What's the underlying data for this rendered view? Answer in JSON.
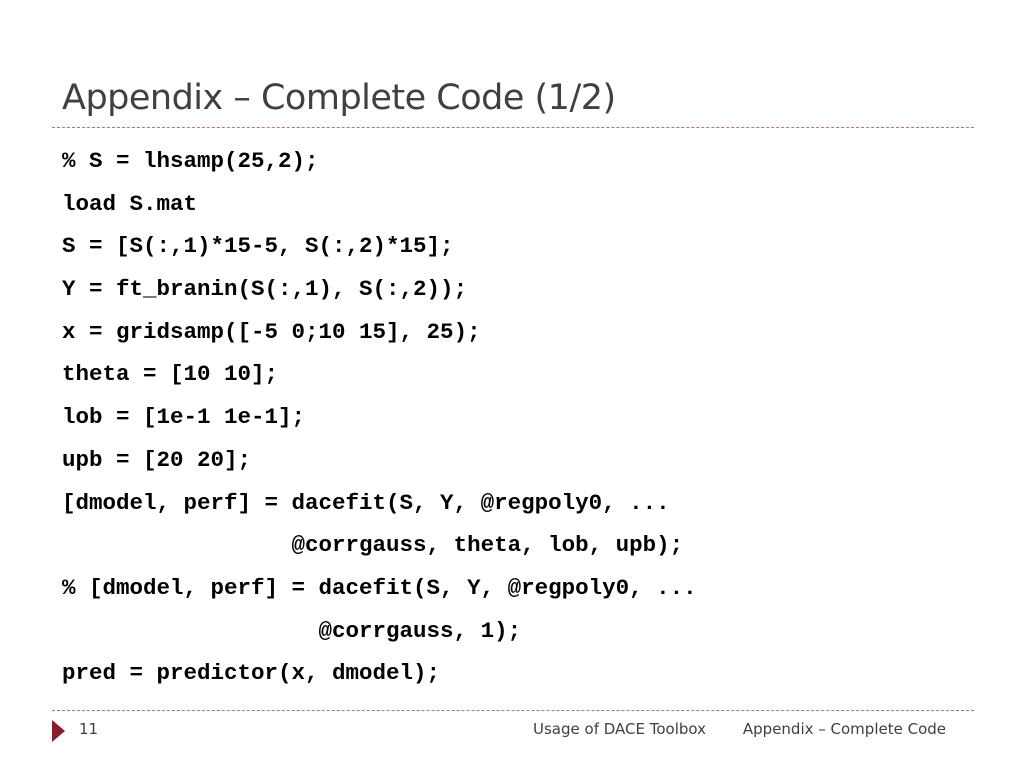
{
  "slide": {
    "title": "Appendix – Complete Code (1/2)",
    "code_lines": [
      "% S = lhsamp(25,2);",
      "load S.mat",
      "S = [S(:,1)*15-5, S(:,2)*15];",
      "Y = ft_branin(S(:,1), S(:,2));",
      "x = gridsamp([-5 0;10 15], 25);",
      "theta = [10 10];",
      "lob = [1e-1 1e-1];",
      "upb = [20 20];",
      "[dmodel, perf] = dacefit(S, Y, @regpoly0, ...",
      "                 @corrgauss, theta, lob, upb);",
      "% [dmodel, perf] = dacefit(S, Y, @regpoly0, ...",
      "                   @corrgauss, 1);",
      "pred = predictor(x, dmodel);"
    ]
  },
  "footer": {
    "page_number": "11",
    "section": "Usage of DACE Toolbox",
    "subsection": "Appendix – Complete Code",
    "arrow_icon": "triangle-right-icon"
  },
  "colors": {
    "accent": "#8b1c2c",
    "rule": "#c0707a",
    "title_text": "#404040",
    "code_text": "#000000"
  }
}
